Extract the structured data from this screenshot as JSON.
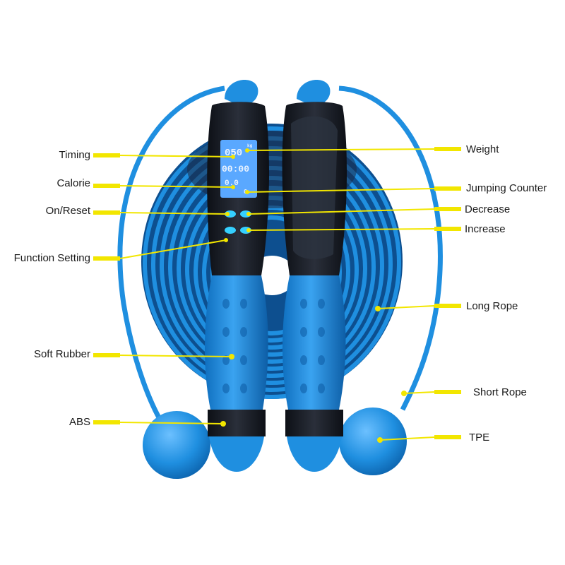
{
  "product": {
    "colors": {
      "rope": "#1f8fe0",
      "rope_dark": "#0f6fbf",
      "handle_black": "#1b1f27",
      "lcd": "#5aa8ff",
      "leader": "#f2e600",
      "button": "#35d0ff"
    }
  },
  "lcd": {
    "weight_value": "050",
    "weight_unit": "kg",
    "timer_value": "00:00",
    "calorie_value": "0.0",
    "count_value": "0"
  },
  "labels": {
    "timing": "Timing",
    "calorie": "Calorie",
    "on_reset": "On/Reset",
    "function_setting": "Function Setting",
    "soft_rubber": "Soft Rubber",
    "abs": "ABS",
    "weight": "Weight",
    "jumping_counter": "Jumping Counter",
    "decrease": "Decrease",
    "increase": "Increase",
    "long_rope": "Long Rope",
    "short_rope": "Short Rope",
    "tpe": "TPE"
  }
}
